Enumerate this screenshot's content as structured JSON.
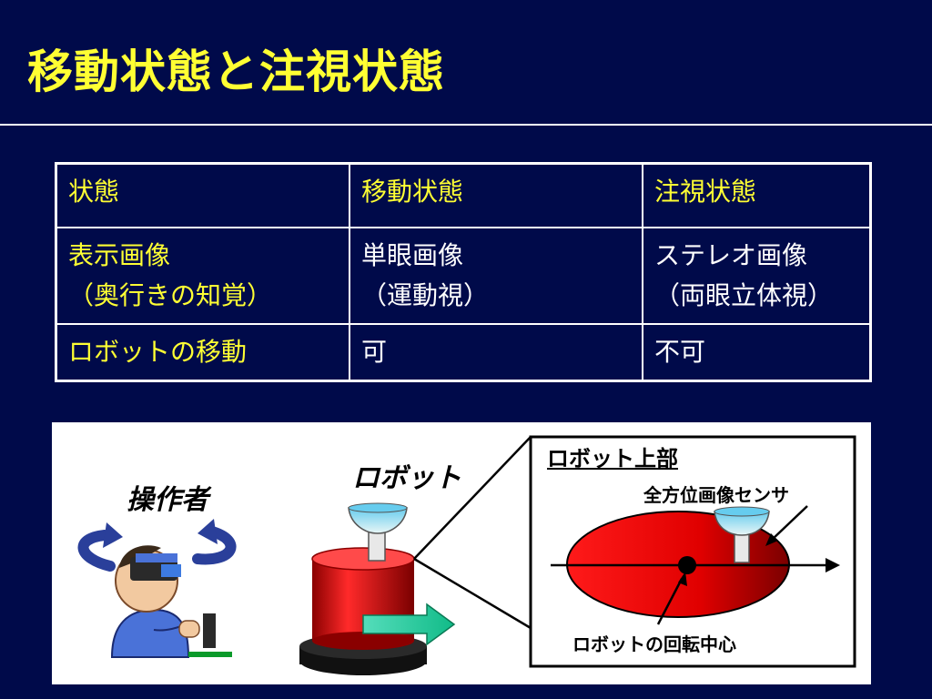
{
  "slide": {
    "title": "移動状態と注視状態"
  },
  "table": {
    "header": [
      "状態",
      "移動状態",
      "注視状態"
    ],
    "rows": [
      {
        "label": [
          "表示画像",
          "（奥行きの知覚）"
        ],
        "moving": [
          "単眼画像",
          "（運動視）"
        ],
        "gazing": [
          "ステレオ画像",
          "（両眼立体視）"
        ]
      },
      {
        "label": [
          "ロボットの移動"
        ],
        "moving": [
          "可"
        ],
        "gazing": [
          "不可"
        ]
      }
    ]
  },
  "illustration": {
    "operator_label": "操作者",
    "robot_label": "ロボット",
    "robot_top_label": "ロボット上部",
    "sensor_label": "全方位画像センサ",
    "rotation_center_label": "ロボットの回転中心"
  },
  "colors": {
    "background": "#000a4a",
    "title": "#ffff33",
    "table_label": "#ffff33",
    "robot_body": "#d81818",
    "arrow": "#22cc99",
    "operator": "#4a72d8"
  }
}
